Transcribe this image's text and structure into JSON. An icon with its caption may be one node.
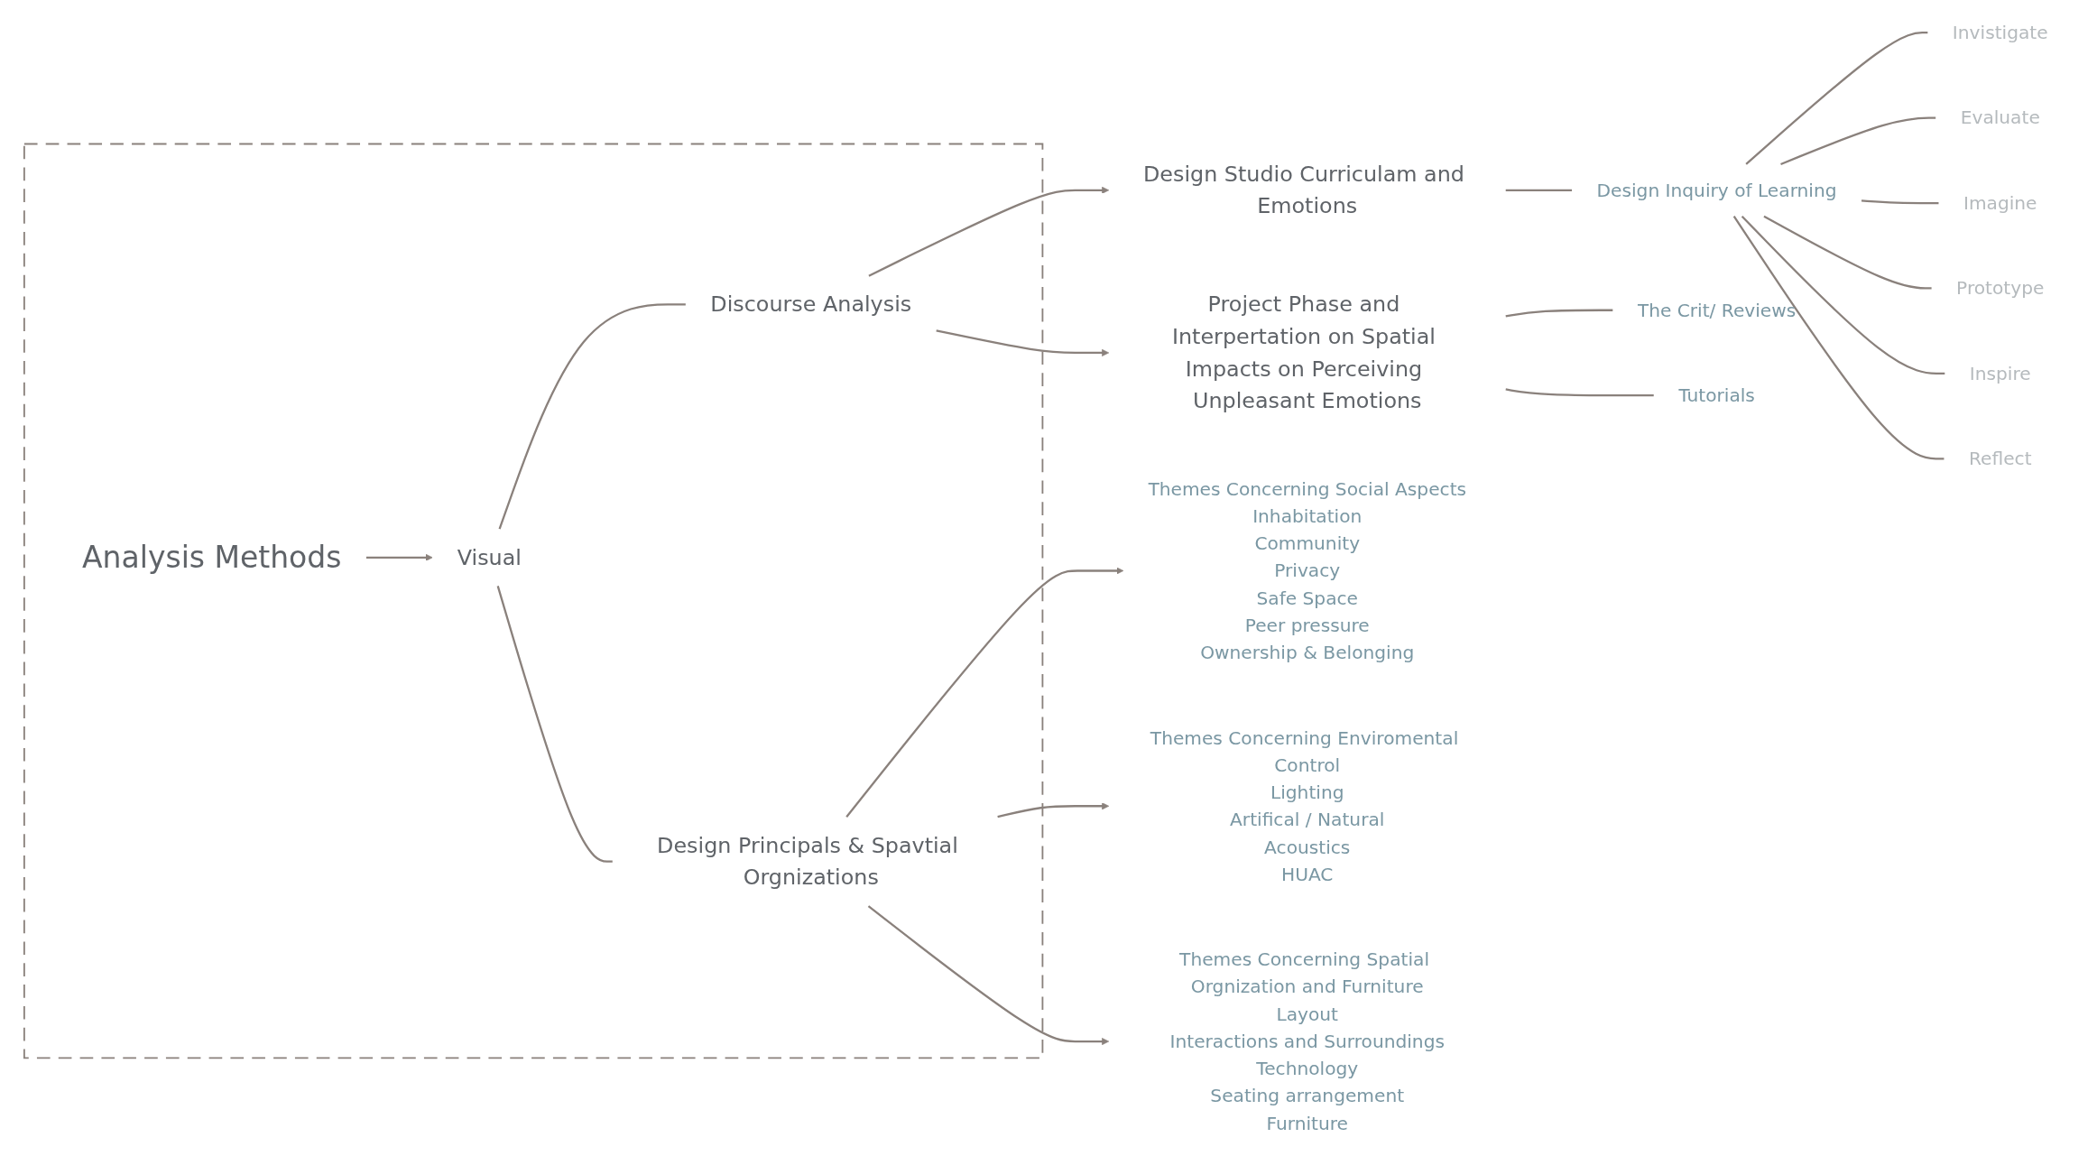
{
  "diagram": {
    "nodes": [
      {
        "text": [
          "Design Studio Curriculam and Emotions"
        ]
      },
      {
        "text": [
          "Design Inquiry of Learning"
        ]
      },
      {
        "text": [
          "Invistigate"
        ]
      },
      {
        "text": [
          "Evaluate"
        ]
      },
      {
        "text": [
          "Imagine"
        ]
      },
      {
        "text": [
          "Prototype"
        ]
      },
      {
        "text": [
          "Inspire"
        ]
      },
      {
        "text": [
          "Reflect"
        ]
      },
      {
        "text": [],
        "shape": "box"
      },
      {
        "text": [
          "Analysis Methods"
        ],
        "in": 8
      },
      {
        "text": [
          "Visual"
        ],
        "in": 8
      },
      {
        "text": [
          "Discourse Analysis"
        ],
        "in": 8
      },
      {
        "text": [
          "Design Principals & Spavtial Orgnizations"
        ],
        "in": 8
      },
      {
        "text": [
          "Themes Concerning Social Aspects",
          "Inhabitation",
          "Community",
          "Privacy",
          "Safe Space",
          "Peer pressure",
          "Ownership & Belonging"
        ]
      },
      {
        "text": [
          "Themes Concerning Enviromental Control",
          "Lighting",
          "Artifical / Natural",
          "Acoustics",
          "HUAC"
        ]
      },
      {
        "text": [
          "Themes Concerning Spatial Orgnization and Furniture",
          "Layout",
          "Interactions and Surroundings",
          "Technology",
          "Seating arrangement",
          "Furniture"
        ]
      },
      {
        "text": [
          "Project Phase and Interpertation on Spatial Impacts on Perceiving Unpleasant Emotions"
        ]
      },
      {
        "text": [
          "The Crit/ Reviews"
        ]
      },
      {
        "text": [
          "Tutorials"
        ]
      }
    ],
    "edges": [
      {
        "from": 0,
        "to": 1,
        "arrow": "none"
      },
      {
        "from": 1,
        "to": 2,
        "arrow": "none"
      },
      {
        "from": 1,
        "to": 3,
        "arrow": "none"
      },
      {
        "from": 1,
        "to": 4,
        "arrow": "none"
      },
      {
        "from": 1,
        "to": 5,
        "arrow": "none"
      },
      {
        "from": 1,
        "to": 6,
        "arrow": "none"
      },
      {
        "from": 1,
        "to": 7,
        "arrow": "none"
      },
      {
        "from": 9,
        "to": 10,
        "arrow": "to"
      },
      {
        "from": 10,
        "to": 11,
        "arrow": "none"
      },
      {
        "from": 10,
        "to": 12,
        "arrow": "none"
      },
      {
        "from": 11,
        "to": 0,
        "arrow": "to"
      },
      {
        "from": 11,
        "to": 16,
        "arrow": "to"
      },
      {
        "from": 12,
        "to": 13,
        "arrow": "to"
      },
      {
        "from": 12,
        "to": 14,
        "arrow": "to"
      },
      {
        "from": 12,
        "to": 15,
        "arrow": "to"
      },
      {
        "from": 16,
        "to": 17,
        "arrow": "none"
      },
      {
        "from": 16,
        "to": 18,
        "arrow": "none"
      }
    ]
  }
}
